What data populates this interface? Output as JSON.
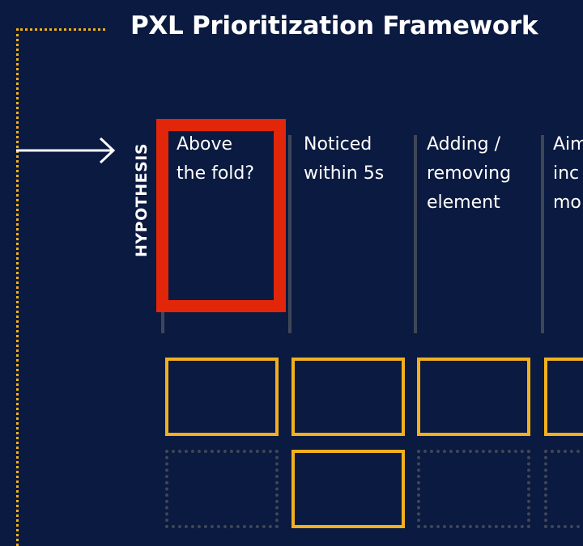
{
  "title": "PXL Prioritization Framework",
  "hypothesis_label": "HYPOTHESIS",
  "columns": [
    {
      "label": "Above\nthe fold?",
      "highlighted": true
    },
    {
      "label": "Noticed\nwithin 5s",
      "highlighted": false
    },
    {
      "label": "Adding /\nremoving\nelement",
      "highlighted": false
    },
    {
      "label": "Aim\ninc\nmo",
      "highlighted": false
    }
  ],
  "cell_rows": [
    [
      "filled",
      "filled",
      "filled",
      "filled"
    ],
    [
      "empty",
      "filled",
      "empty",
      "empty"
    ]
  ],
  "colors": {
    "background": "#0b1a40",
    "accent_yellow": "#f2b01e",
    "highlight_red": "#e1260a",
    "separator_gray": "#3f4656",
    "text": "#ffffff"
  }
}
